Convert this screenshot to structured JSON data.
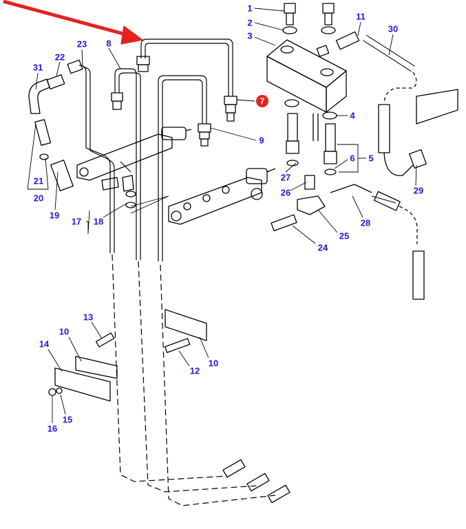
{
  "labels": [
    "1",
    "2",
    "3",
    "11",
    "30",
    "8",
    "23",
    "22",
    "31",
    "4",
    "9",
    "5",
    "6",
    "27",
    "26",
    "29",
    "21",
    "20",
    "19",
    "17",
    "18",
    "28",
    "25",
    "24",
    "13",
    "10",
    "14",
    "10",
    "12",
    "15",
    "16"
  ],
  "callout": {
    "text": "7",
    "color": "#e32222"
  },
  "colors": {
    "label": "#1a1adf",
    "arrow": "#e32222",
    "line": "#000000"
  }
}
